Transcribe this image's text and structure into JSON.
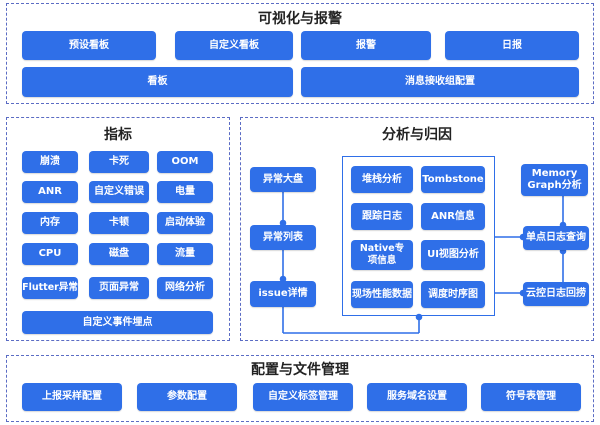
{
  "sections": {
    "visualization": {
      "title": "可视化与报警",
      "buttons": [
        "预设看板",
        "自定义看板",
        "报警",
        "日报",
        "看板",
        "消息接收组配置"
      ]
    },
    "metrics": {
      "title": "指标",
      "buttons": [
        "崩溃",
        "卡死",
        "OOM",
        "ANR",
        "自定义错误",
        "电量",
        "内存",
        "卡顿",
        "启动体验",
        "CPU",
        "磁盘",
        "流量",
        "Flutter异常",
        "页面异常",
        "网络分析",
        "自定义事件埋点"
      ]
    },
    "analysis": {
      "title": "分析与归因",
      "left_chain": [
        "异常大盘",
        "异常列表",
        "issue详情"
      ],
      "tools": [
        "堆栈分析",
        "Tombstone",
        "跟踪日志",
        "ANR信息",
        "Native专项信息",
        "UI视图分析",
        "现场性能数据",
        "调度时序图"
      ],
      "memory": "Memory Graph分析",
      "single_log": "单点日志查询",
      "cloud_log": "云控日志回捞"
    },
    "config": {
      "title": "配置与文件管理",
      "buttons": [
        "上报采样配置",
        "参数配置",
        "自定义标签管理",
        "服务域名设置",
        "符号表管理"
      ]
    }
  },
  "colors": {
    "button": "#2f6fe8",
    "border": "#5b6cc4"
  }
}
